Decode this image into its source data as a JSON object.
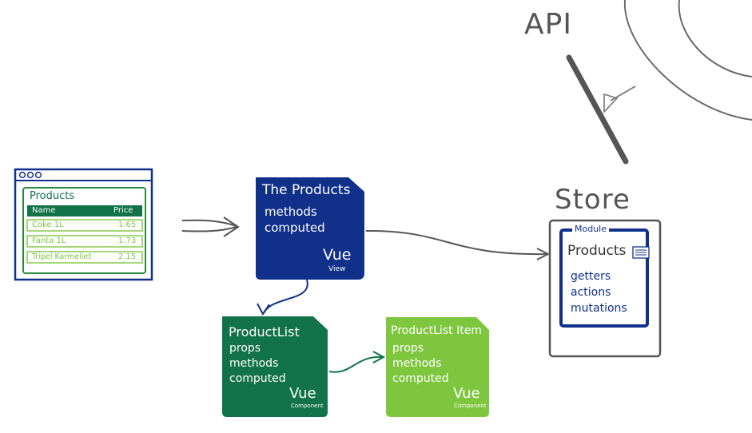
{
  "api": {
    "label": "API"
  },
  "browser": {
    "title": "Products",
    "columns": [
      "Name",
      "Price"
    ],
    "rows": [
      {
        "name": "Coke 1L",
        "price": "1.65"
      },
      {
        "name": "Fanta 1L",
        "price": "1.73"
      },
      {
        "name": "Tripel Karmeliet",
        "price": "2.15"
      }
    ]
  },
  "view_box": {
    "title": "The Products",
    "lines": [
      "methods",
      "computed"
    ],
    "badge": "Vue",
    "badge_sub": "View"
  },
  "list_box": {
    "title": "ProductList",
    "lines": [
      "props",
      "methods",
      "computed"
    ],
    "badge": "Vue",
    "badge_sub": "Component"
  },
  "item_box": {
    "title": "ProductList Item",
    "lines": [
      "props",
      "methods",
      "computed"
    ],
    "badge": "Vue",
    "badge_sub": "Component"
  },
  "store": {
    "title": "Store",
    "module_label": "Module",
    "module_name": "Products",
    "items": [
      "getters",
      "actions",
      "mutations"
    ]
  },
  "colors": {
    "navy": "#10308a",
    "dark_green": "#127249",
    "light_green": "#7dc63e",
    "browser_green": "#2a8a3a",
    "line_gray": "#555555"
  }
}
